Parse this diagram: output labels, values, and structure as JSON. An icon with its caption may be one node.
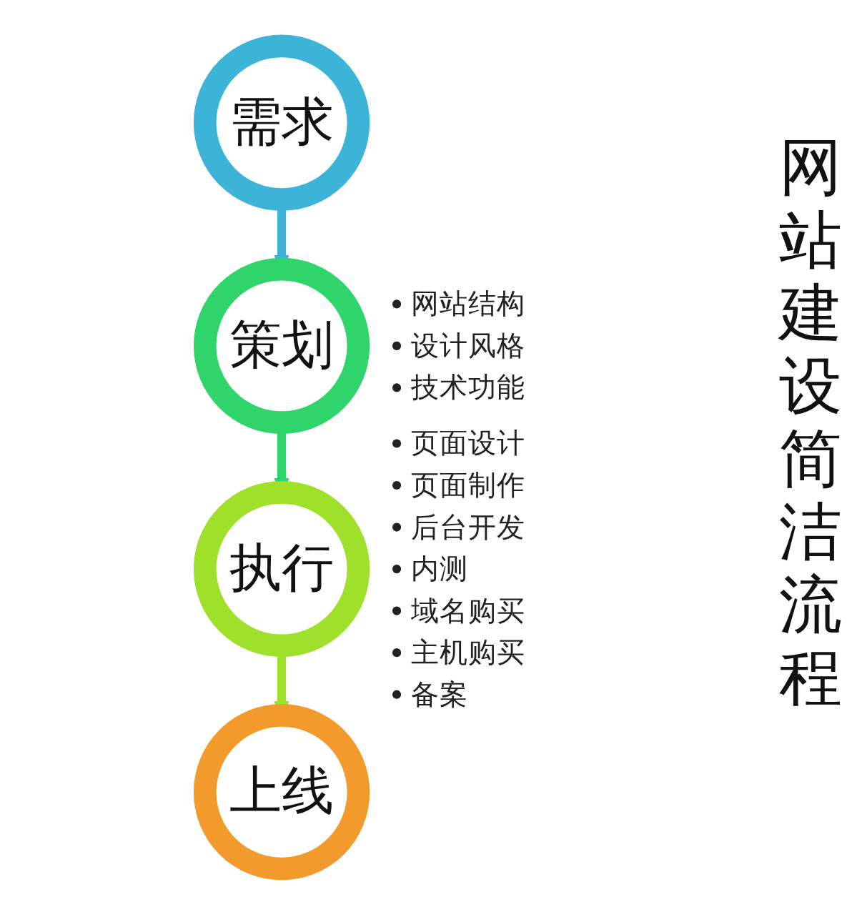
{
  "diagram": {
    "title": "网站建设简洁流程",
    "nodes": [
      {
        "text": [
          "需求"
        ]
      },
      {
        "text": [
          "策划"
        ],
        "beside": [
          "网站结构",
          "设计风格",
          "技术功能"
        ]
      },
      {
        "text": [
          "执行"
        ],
        "beside": [
          "页面设计",
          "页面制作",
          "后台开发",
          "内测",
          "域名购买",
          "主机购买",
          "备案"
        ]
      },
      {
        "text": [
          "上线"
        ]
      }
    ],
    "edges": [
      {
        "from": 0,
        "to": 1,
        "arrow": "to",
        "color": "#3cb4d8"
      },
      {
        "from": 1,
        "to": 2,
        "arrow": "to",
        "color": "#2fd46a"
      },
      {
        "from": 2,
        "to": 3,
        "arrow": "to",
        "color": "#9ee02a"
      }
    ]
  }
}
